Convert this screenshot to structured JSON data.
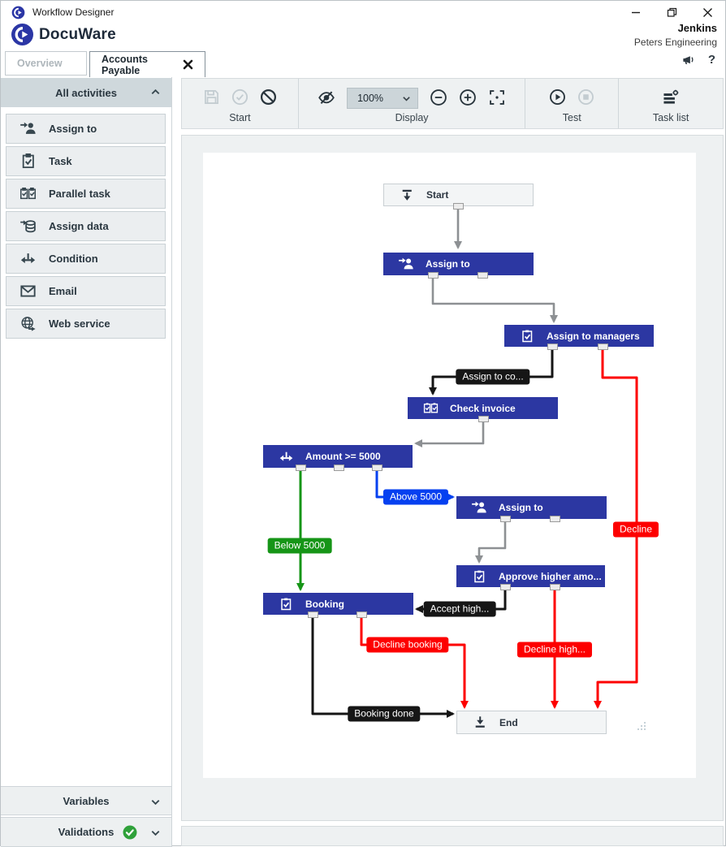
{
  "window": {
    "title": "Workflow Designer"
  },
  "header": {
    "brand": "DocuWare",
    "user_name": "Jenkins",
    "company": "Peters Engineering"
  },
  "tabs": [
    {
      "label": "Overview",
      "active": false
    },
    {
      "label": "Accounts Payable",
      "active": true,
      "closable": true
    }
  ],
  "sidebar": {
    "header": {
      "label": "All activities"
    },
    "items": [
      {
        "label": "Assign to",
        "icon": "assign-person-icon"
      },
      {
        "label": "Task",
        "icon": "task-icon"
      },
      {
        "label": "Parallel task",
        "icon": "parallel-task-icon"
      },
      {
        "label": "Assign data",
        "icon": "assign-data-icon"
      },
      {
        "label": "Condition",
        "icon": "condition-icon"
      },
      {
        "label": "Email",
        "icon": "email-icon"
      },
      {
        "label": "Web service",
        "icon": "web-service-icon"
      }
    ],
    "footer": [
      {
        "label": "Variables",
        "state": "collapsed"
      },
      {
        "label": "Validations",
        "state": "collapsed",
        "status": "valid",
        "status_color": "#2fa13a"
      }
    ]
  },
  "toolbar": {
    "groups": [
      {
        "label": "Start",
        "buttons": [
          {
            "icon": "save-icon",
            "enabled": false
          },
          {
            "icon": "publish-check-icon",
            "enabled": false
          },
          {
            "icon": "unpublish-block-icon",
            "enabled": true
          }
        ]
      },
      {
        "label": "Display",
        "zoom_value": "100%",
        "buttons": [
          {
            "icon": "hide-grid-eye-off-icon",
            "enabled": true
          },
          {
            "icon": "zoom-out-icon",
            "enabled": true
          },
          {
            "icon": "zoom-in-icon",
            "enabled": true
          },
          {
            "icon": "fit-to-screen-icon",
            "enabled": true
          }
        ]
      },
      {
        "label": "Test",
        "buttons": [
          {
            "icon": "run-test-play-icon",
            "enabled": true
          },
          {
            "icon": "stop-test-icon",
            "enabled": false
          }
        ]
      },
      {
        "label": "Task list",
        "buttons": [
          {
            "icon": "task-list-icon",
            "enabled": true
          }
        ]
      }
    ]
  },
  "diagram": {
    "colors": {
      "node_blue": "#2c37a2",
      "edge_gray": "#8d9093",
      "edge_black": "#151515",
      "edge_red": "#fd0000",
      "edge_green": "#169517",
      "edge_blue": "#0540f0"
    },
    "nodes": [
      {
        "id": "start",
        "type": "start",
        "label": "Start"
      },
      {
        "id": "assign-to-1",
        "type": "assign",
        "label": "Assign to"
      },
      {
        "id": "assign-to-managers",
        "type": "task",
        "label": "Assign to managers"
      },
      {
        "id": "check-invoice",
        "type": "parallel-task",
        "label": "Check invoice"
      },
      {
        "id": "amount-condition",
        "type": "condition",
        "label": "Amount >= 5000"
      },
      {
        "id": "assign-to-2",
        "type": "assign",
        "label": "Assign to"
      },
      {
        "id": "approve-higher",
        "type": "task",
        "label": "Approve higher amo..."
      },
      {
        "id": "booking",
        "type": "task",
        "label": "Booking"
      },
      {
        "id": "end",
        "type": "end",
        "label": "End"
      }
    ],
    "edges": [
      {
        "from": "start",
        "to": "assign-to-1",
        "color": "gray",
        "label": null
      },
      {
        "from": "assign-to-1",
        "to": "assign-to-managers",
        "color": "gray",
        "label": null
      },
      {
        "from": "assign-to-managers",
        "to": "check-invoice",
        "color": "black",
        "label": "Assign to co..."
      },
      {
        "from": "assign-to-managers",
        "to": "end",
        "color": "red",
        "label": "Decline"
      },
      {
        "from": "check-invoice",
        "to": "amount-condition",
        "color": "gray",
        "label": null
      },
      {
        "from": "amount-condition",
        "to": "booking",
        "color": "green",
        "label": "Below 5000"
      },
      {
        "from": "amount-condition",
        "to": "assign-to-2",
        "color": "blue",
        "label": "Above 5000"
      },
      {
        "from": "assign-to-2",
        "to": "approve-higher",
        "color": "gray",
        "label": null
      },
      {
        "from": "approve-higher",
        "to": "booking",
        "color": "black",
        "label": "Accept high..."
      },
      {
        "from": "approve-higher",
        "to": "end",
        "color": "red",
        "label": "Decline high..."
      },
      {
        "from": "booking",
        "to": "end",
        "color": "black",
        "label": "Booking done"
      },
      {
        "from": "booking",
        "to": "end",
        "color": "red",
        "label": "Decline booking"
      }
    ]
  }
}
